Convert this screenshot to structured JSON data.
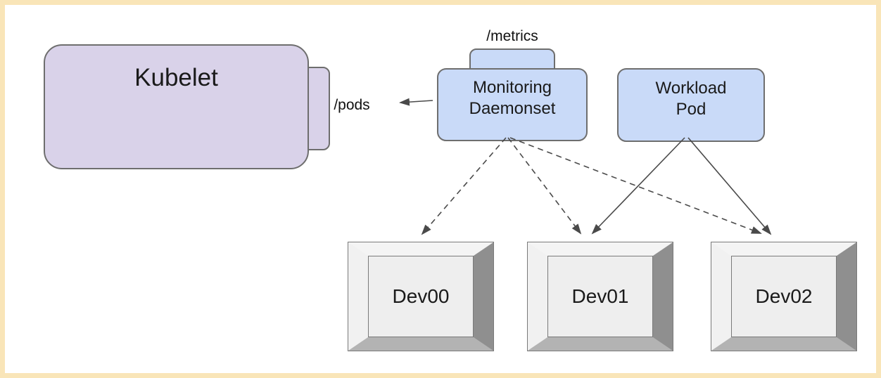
{
  "colors": {
    "frame_border": "#f9e5b8",
    "canvas_bg": "#ffffff",
    "purple_fill": "#d9d2e9",
    "blue_fill": "#c9daf8",
    "node_border": "#6e6e6e",
    "arrow": "#4a4a4a",
    "device_face": "#eeeeee",
    "device_bevel_top": "#f4f4f4",
    "device_bevel_left": "#f1f1f1",
    "device_bevel_right": "#8f8f8f",
    "device_bevel_bottom": "#b3b3b3",
    "device_border": "#7a7a7a",
    "text": "#1a1a1a"
  },
  "nodes": {
    "kubelet": {
      "label": "Kubelet"
    },
    "monitoring_daemonset": {
      "line1": "Monitoring",
      "line2": "Daemonset"
    },
    "workload_pod": {
      "line1": "Workload",
      "line2": "Pod"
    },
    "devices": [
      {
        "label": "Dev00"
      },
      {
        "label": "Dev01"
      },
      {
        "label": "Dev02"
      }
    ]
  },
  "labels": {
    "metrics_endpoint": "/metrics",
    "pods_endpoint": "/pods"
  },
  "edges": [
    {
      "from": "monitoring_daemonset",
      "to": "pods_endpoint",
      "style": "solid-arrow"
    },
    {
      "from": "monitoring_daemonset",
      "to": "Dev00",
      "style": "dashed-arrow"
    },
    {
      "from": "monitoring_daemonset",
      "to": "Dev01",
      "style": "dashed-arrow"
    },
    {
      "from": "monitoring_daemonset",
      "to": "Dev02",
      "style": "dashed-arrow"
    },
    {
      "from": "workload_pod",
      "to": "Dev01",
      "style": "solid-arrow"
    },
    {
      "from": "workload_pod",
      "to": "Dev02",
      "style": "solid-arrow"
    }
  ]
}
